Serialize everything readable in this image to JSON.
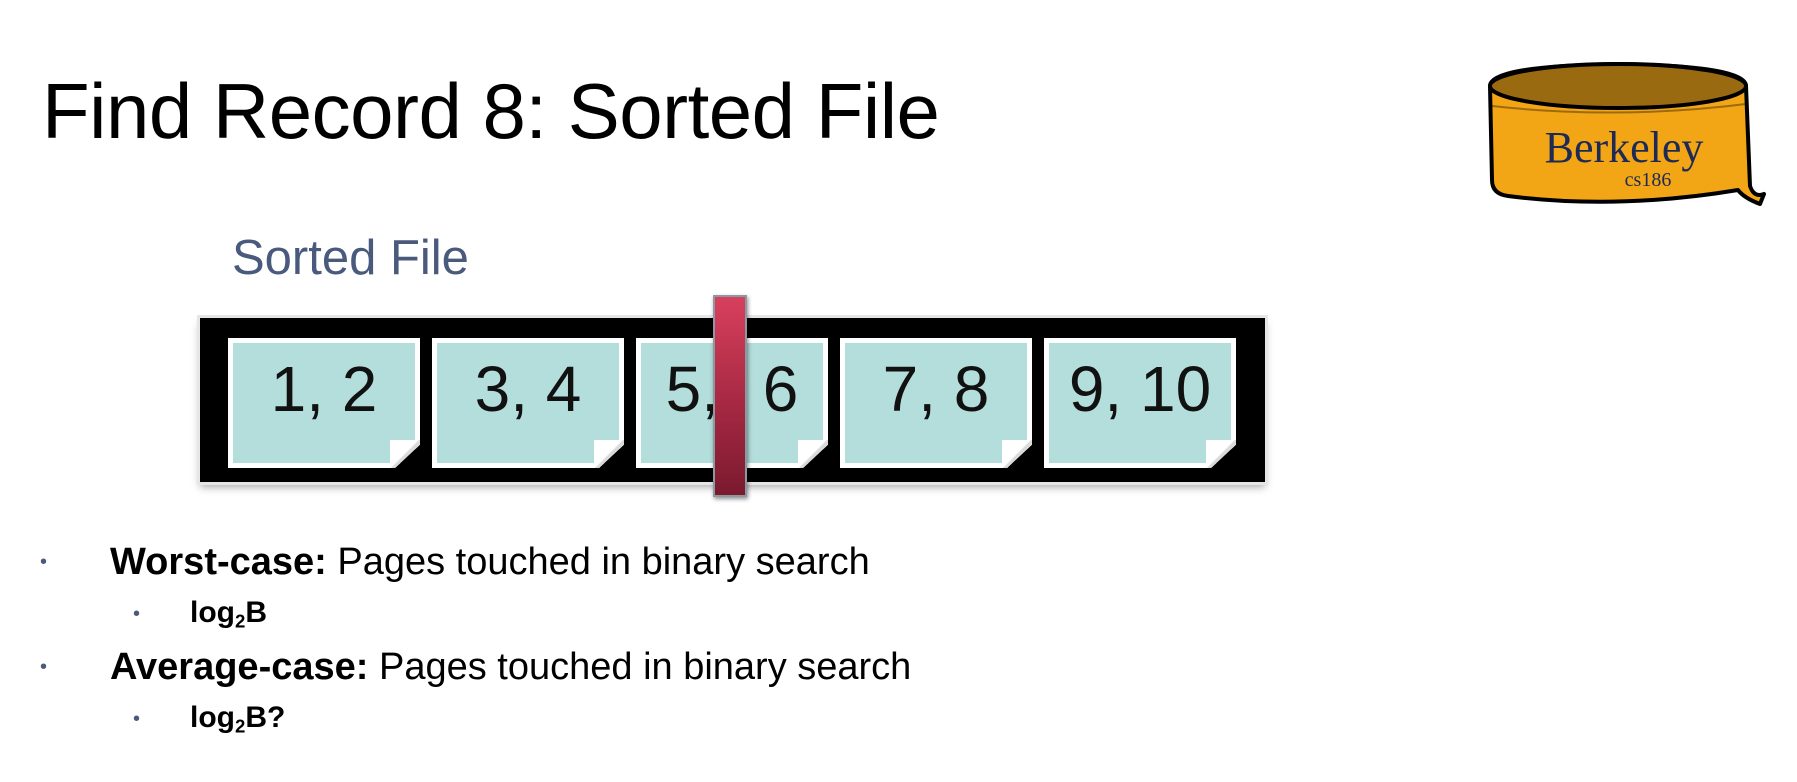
{
  "slide": {
    "title": "Find Record 8: Sorted File"
  },
  "logo": {
    "text": "Berkeley",
    "subtext": "cs186",
    "fill_color": "#f2a515",
    "lid_color": "#9a6a10"
  },
  "diagram": {
    "label": "Sorted File",
    "pages": [
      {
        "text": "1, 2"
      },
      {
        "text": "3, 4"
      },
      {
        "text": "5, 6"
      },
      {
        "text": "7, 8"
      },
      {
        "text": "9, 10"
      }
    ],
    "page_color": "#b3dedb",
    "search_bar_color": "#b52d48"
  },
  "bullets": [
    {
      "bold": "Worst-case:",
      "text": " Pages touched in binary search",
      "sub": {
        "prefix": "log",
        "subscript": "2",
        "suffix": "B"
      }
    },
    {
      "bold": "Average-case:",
      "text": " Pages touched in binary search",
      "sub": {
        "prefix": "log",
        "subscript": "2",
        "suffix": "B?"
      }
    }
  ],
  "bullet_symbol": "•"
}
